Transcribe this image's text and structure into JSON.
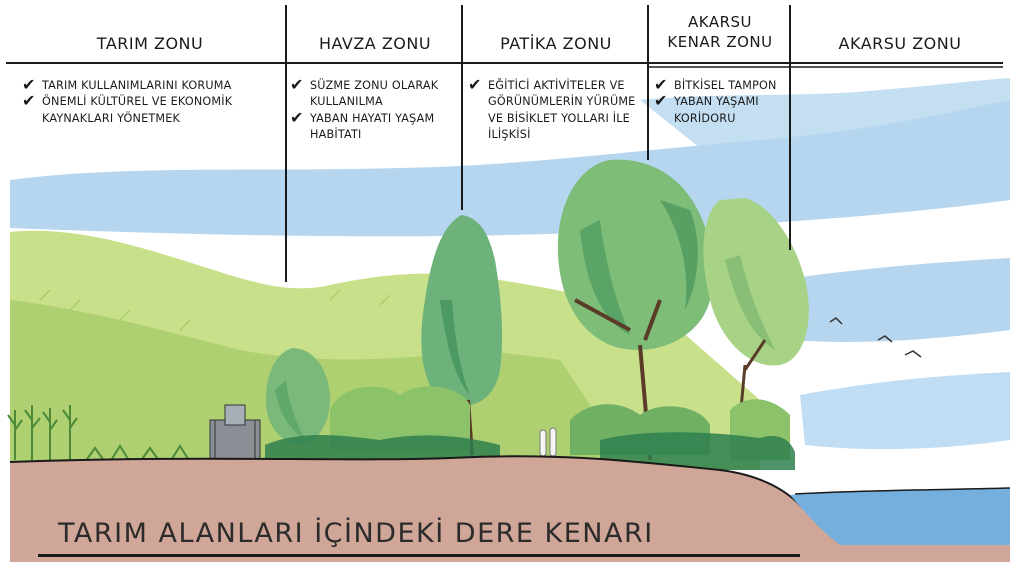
{
  "zones": [
    {
      "title": [
        "TARIM ZONU"
      ],
      "bullets": [
        "TARIM KULLANIMLARINI KORUMA",
        "ÖNEMLİ KÜLTÜREL VE EKONOMİK KAYNAKLARI YÖNETMEK"
      ]
    },
    {
      "title": [
        "HAVZA ZONU"
      ],
      "bullets": [
        "SÜZME ZONU OLARAK KULLANILMA",
        "YABAN HAYATI YAŞAM HABİTATI"
      ]
    },
    {
      "title": [
        "PATİKA ZONU"
      ],
      "bullets": [
        "EĞİTİCİ AKTİVİTELER VE GÖRÜNÜMLERİN YÜRÜME VE BİSİKLET YOLLARI İLE İLİŞKİSİ"
      ]
    },
    {
      "title": [
        "AKARSU",
        "KENAR ZONU"
      ],
      "bullets": [
        "BİTKİSEL TAMPON",
        "YABAN YAŞAMI KORİDORU"
      ]
    },
    {
      "title": [
        "AKARSU ZONU"
      ],
      "bullets": []
    }
  ],
  "bottom_title": "TARIM ALANLARI İÇİNDEKİ DERE KENARI",
  "check_glyph": "✔",
  "colors": {
    "sky": "#a9cfee",
    "light_green": "#c6de84",
    "mid_green": "#8fbf62",
    "tree_green": "#5fa36a",
    "dark_green": "#2e7a4a",
    "soil": "#caa192",
    "water": "#6aa8d8",
    "ink": "#1a1a1a"
  }
}
